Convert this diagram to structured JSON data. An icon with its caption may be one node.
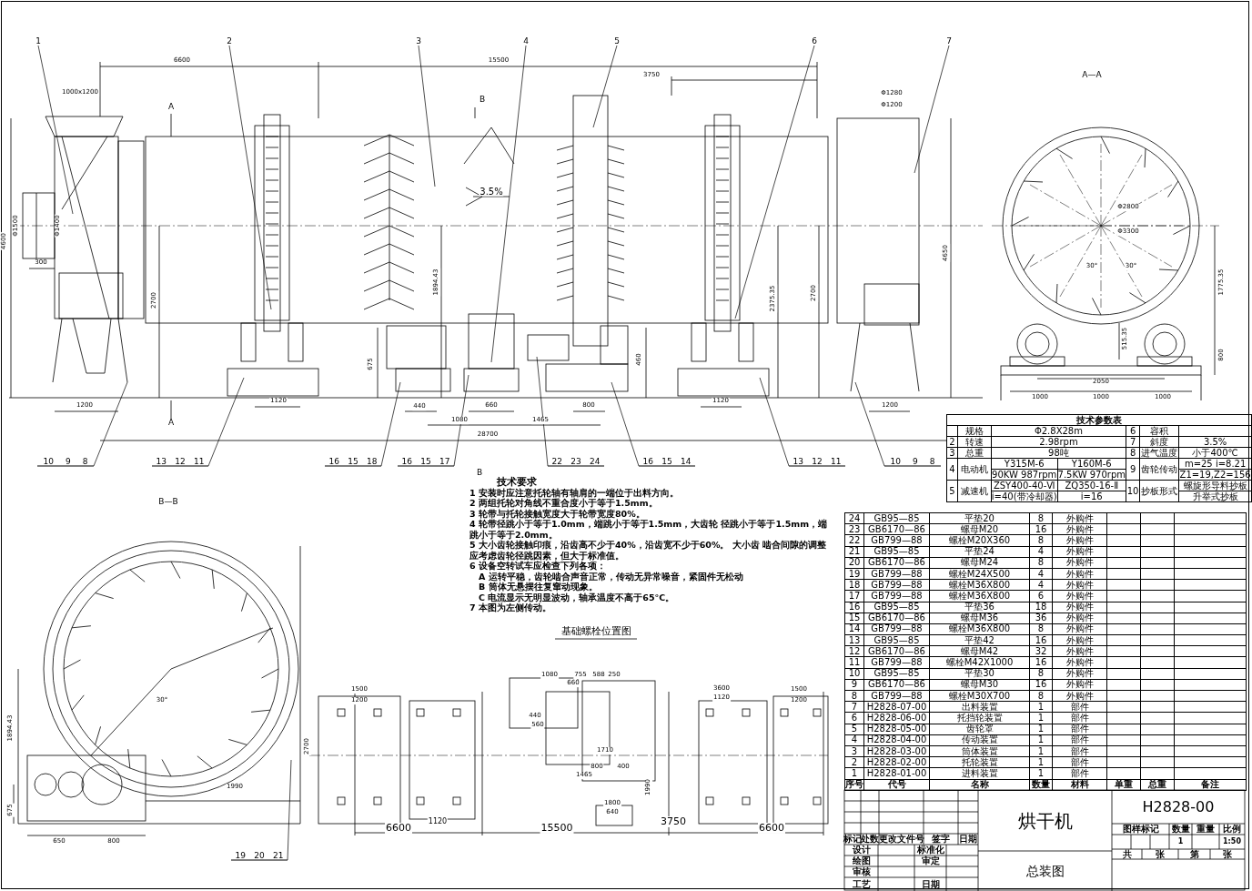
{
  "diagram": {
    "nodes": [
      {
        "text": [
          "1"
        ]
      },
      {
        "text": [
          "2"
        ]
      },
      {
        "text": [
          "3"
        ]
      },
      {
        "text": [
          "4"
        ]
      },
      {
        "text": [
          "5"
        ]
      },
      {
        "text": [
          "6"
        ]
      },
      {
        "text": [
          "7"
        ]
      },
      {
        "text": [
          "10",
          "9",
          "8"
        ]
      },
      {
        "text": [
          "13",
          "12",
          "11"
        ]
      },
      {
        "text": [
          "16",
          "15",
          "18"
        ]
      },
      {
        "text": [
          "16",
          "15",
          "17"
        ]
      },
      {
        "text": [
          "22",
          "23",
          "24"
        ]
      },
      {
        "text": [
          "16",
          "15",
          "14"
        ]
      },
      {
        "text": [
          "13",
          "12",
          "11"
        ]
      },
      {
        "text": [
          "10",
          "9",
          "8"
        ]
      },
      {
        "text": [
          "19",
          "20",
          "21"
        ]
      }
    ],
    "edges": [
      {
        "from": 0,
        "to": null,
        "arrow": "none"
      },
      {
        "from": 1,
        "to": null,
        "arrow": "none"
      },
      {
        "from": 2,
        "to": null,
        "arrow": "none"
      },
      {
        "from": 3,
        "to": null,
        "arrow": "none"
      },
      {
        "from": 4,
        "to": null,
        "arrow": "none"
      },
      {
        "from": 5,
        "to": null,
        "arrow": "none"
      },
      {
        "from": 6,
        "to": null,
        "arrow": "none"
      },
      {
        "from": 7,
        "to": null,
        "arrow": "none"
      },
      {
        "from": 8,
        "to": null,
        "arrow": "none"
      },
      {
        "from": 9,
        "to": null,
        "arrow": "none"
      },
      {
        "from": 10,
        "to": null,
        "arrow": "none"
      },
      {
        "from": 11,
        "to": null,
        "arrow": "none"
      },
      {
        "from": 12,
        "to": null,
        "arrow": "none"
      },
      {
        "from": 13,
        "to": null,
        "arrow": "none"
      },
      {
        "from": 14,
        "to": null,
        "arrow": "none"
      },
      {
        "from": 15,
        "to": null,
        "arrow": "none"
      }
    ],
    "labels": [
      "6600",
      "15500",
      "3750",
      "1000x1200",
      "A",
      "B",
      "Φ1500",
      "Φ1400",
      "4600",
      "300",
      "2700",
      "3.5%",
      "1894.43",
      "2375.35",
      "2700",
      "4650",
      "Φ1280",
      "Φ1200",
      "675",
      "460",
      "A",
      "1200",
      "1120",
      "440",
      "660",
      "800",
      "1120",
      "1200",
      "1080",
      "1465",
      "28700",
      "B",
      "A—A",
      "Φ2800",
      "Φ3300",
      "30°",
      "30°",
      "1775.35",
      "515.35",
      "800",
      "2050",
      "1000",
      "1000",
      "1000",
      "技术参数表",
      "规格",
      "Φ2.8X28m",
      "6",
      "容积",
      "2",
      "转速",
      "2.98rpm",
      "7",
      "斜度",
      "3.5%",
      "3",
      "总重",
      "98吨",
      "8",
      "进气温度",
      "小于400℃",
      "4",
      "电动机",
      "Y315M-6",
      "Y160M-6",
      "9",
      "齿轮传动",
      "m=25 i=8.21",
      "90KW 987rpm",
      "7.5KW 970rpm",
      "Z1=19,Z2=156",
      "5",
      "减速机",
      "ZSY400-40-Ⅵ",
      "ZQ350-16-Ⅱ",
      "10",
      "抄板形式",
      "螺旋形导料抄板",
      "i=40(带冷却器)",
      "i=16",
      "升举式抄板",
      "技术要求",
      "1 安装时应注意托轮轴有轴肩的一端位于出料方向。",
      "2 两组托轮对角线不重合度小于等于1.5mm。",
      "3 轮带与托轮接触宽度大于轮带宽度80%。",
      "4 轮带径跳小于等于1.0mm，端跳小于等于1.5mm，大齿轮 径跳小于等于1.5mm，端跳小于等于2.0mm。",
      "5 大小齿轮接触印痕，沿齿高不少于40%，沿齿宽不少于60%。 大小齿 啮合间隙的调整应考虑齿轮径跳因素，但大于标准值。",
      "6 设备空转试车应检查下列各项：",
      "A 运转平稳，齿轮啮合声音正常，传动无异常噪音，紧固件无松动",
      "B 筒体无悬摆往复窜动现象。",
      "C 电流显示无明显波动，轴承温度不高于65°C。",
      "7 本图为左侧传动。",
      "B—B",
      "30°",
      "1894.43",
      "2700",
      "675",
      "1990",
      "650",
      "800",
      "基础螺栓位置图",
      "1500",
      "1200",
      "3600",
      "1120",
      "1500",
      "1200",
      "1080",
      "755",
      "588",
      "250",
      "660",
      "440",
      "560",
      "1710",
      "800",
      "400",
      "1465",
      "1990",
      "1800",
      "640",
      "6600",
      "1120",
      "15500",
      "3750",
      "6600",
      "24",
      "GB95—85",
      "平垫20",
      "8",
      "外购件",
      "23",
      "GB6170—86",
      "螺母M20",
      "16",
      "外购件",
      "22",
      "GB799—88",
      "螺栓M20X360",
      "8",
      "外购件",
      "21",
      "GB95—85",
      "平垫24",
      "4",
      "外购件",
      "20",
      "GB6170—86",
      "螺母M24",
      "8",
      "外购件",
      "19",
      "GB799—88",
      "螺栓M24X500",
      "4",
      "外购件",
      "18",
      "GB799—88",
      "螺栓M36X800",
      "4",
      "外购件",
      "17",
      "GB799—88",
      "螺栓M36X800",
      "6",
      "外购件",
      "16",
      "GB95—85",
      "平垫36",
      "18",
      "外购件",
      "15",
      "GB6170—86",
      "螺母M36",
      "36",
      "外购件",
      "14",
      "GB799—88",
      "螺栓M36X800",
      "8",
      "外购件",
      "13",
      "GB95—85",
      "平垫42",
      "16",
      "外购件",
      "12",
      "GB6170—86",
      "螺母M42",
      "32",
      "外购件",
      "11",
      "GB799—88",
      "螺栓M42X1000",
      "16",
      "外购件",
      "10",
      "GB95—85",
      "平垫30",
      "8",
      "外购件",
      "9",
      "GB6170—86",
      "螺母M30",
      "16",
      "外购件",
      "8",
      "GB799—88",
      "螺栓M30X700",
      "8",
      "外购件",
      "7",
      "H2828-07-00",
      "出料装置",
      "1",
      "部件",
      "6",
      "H2828-06-00",
      "托挡轮装置",
      "1",
      "部件",
      "5",
      "H2828-05-00",
      "齿轮罩",
      "1",
      "部件",
      "4",
      "H2828-04-00",
      "传动装置",
      "1",
      "部件",
      "3",
      "H2828-03-00",
      "筒体装置",
      "1",
      "部件",
      "2",
      "H2828-02-00",
      "托轮装置",
      "1",
      "部件",
      "1",
      "H2828-01-00",
      "进料装置",
      "1",
      "部件",
      "序号",
      "代号",
      "名称",
      "数量",
      "材料",
      "单重",
      "总重",
      "备注",
      "标记",
      "处数",
      "更改文件号",
      "签字",
      "日期",
      "设计",
      "标准化",
      "绘图",
      "审定",
      "审核",
      "工艺",
      "日期",
      "烘干机",
      "总装图",
      "H2828-00",
      "图样标记",
      "数量",
      "重量",
      "比例",
      "1",
      "1:50",
      "共",
      "张",
      "第",
      "张"
    ]
  }
}
